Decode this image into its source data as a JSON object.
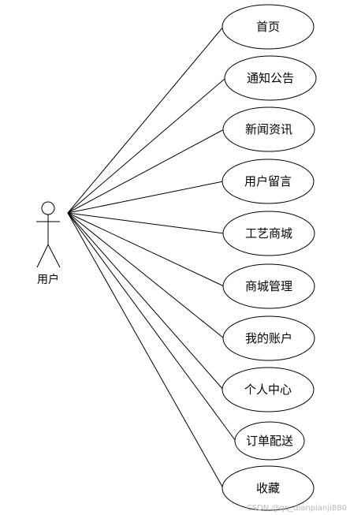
{
  "actor": {
    "label": "用户"
  },
  "use_cases": [
    {
      "label": "首页"
    },
    {
      "label": "通知公告"
    },
    {
      "label": "新闻资讯"
    },
    {
      "label": "用户留言"
    },
    {
      "label": "工艺商城"
    },
    {
      "label": "商城管理"
    },
    {
      "label": "我的账户"
    },
    {
      "label": "个人中心"
    },
    {
      "label": "订单配送"
    },
    {
      "label": "收藏"
    }
  ],
  "watermark": "CSDN @qq_dianpianji880",
  "colors": {
    "stroke": "#000000",
    "background": "#ffffff"
  }
}
